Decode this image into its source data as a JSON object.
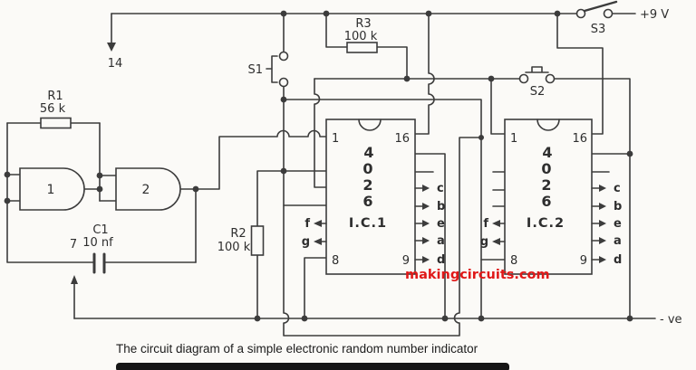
{
  "caption": "The circuit diagram of a simple electronic random number indicator",
  "watermark": "makingcircuits.com",
  "labels": {
    "supply_positive": "+9 V",
    "supply_negative": "- ve",
    "gate_vdd_pin": "14",
    "gate_vss_pin": "7"
  },
  "switches": {
    "s1": "S1",
    "s2": "S2",
    "s3": "S3"
  },
  "resistors": {
    "r1": {
      "name": "R1",
      "value": "56 k"
    },
    "r2": {
      "name": "R2",
      "value": "100 k"
    },
    "r3": {
      "name": "R3",
      "value": "100 k"
    }
  },
  "capacitor": {
    "name": "C1",
    "value": "10 nf"
  },
  "gates": {
    "gate1": "1",
    "gate2": "2"
  },
  "ics": {
    "ic1": {
      "name": "I.C.1",
      "part": [
        "4",
        "0",
        "2",
        "6"
      ],
      "pins": {
        "top_left": "1",
        "top_right": "16",
        "bottom_left": "8",
        "bottom_right": "9"
      },
      "left_signals": [
        "f",
        "g"
      ],
      "right_signals": [
        "c",
        "b",
        "e",
        "a",
        "d"
      ]
    },
    "ic2": {
      "name": "I.C.2",
      "part": [
        "4",
        "0",
        "2",
        "6"
      ],
      "pins": {
        "top_left": "1",
        "top_right": "16",
        "bottom_left": "8",
        "bottom_right": "9"
      },
      "left_signals": [
        "f",
        "g"
      ],
      "right_signals": [
        "c",
        "b",
        "e",
        "a",
        "d"
      ]
    }
  },
  "colors": {
    "line": "#3c3c3c",
    "label": "#2e2e2e",
    "watermark": "#e01818",
    "paper": "#fbfaf7",
    "caption_bar": "#161616"
  }
}
